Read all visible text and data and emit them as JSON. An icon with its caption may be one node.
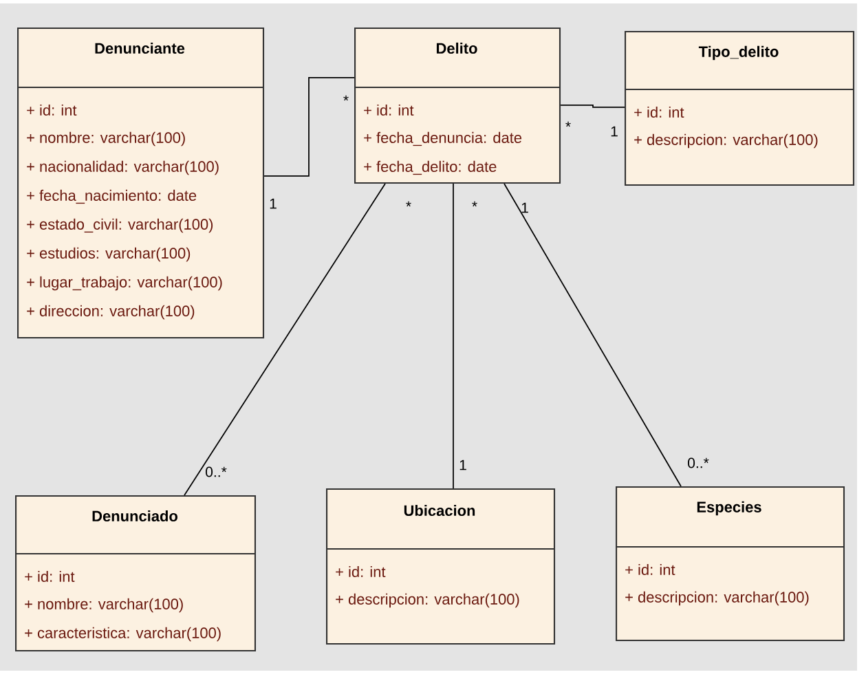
{
  "diagram": {
    "nodes": [
      {
        "text": [
          "Denunciante",
          "+ id: int",
          "+ nombre: varchar(100)",
          "+ nacionalidad: varchar(100)",
          "+ fecha_nacimiento: date",
          "+ estado_civil: varchar(100)",
          "+ estudios: varchar(100)",
          "+ lugar_trabajo: varchar(100)",
          "+ direccion: varchar(100)"
        ]
      },
      {
        "text": [
          "Delito",
          "+ id: int",
          "+ fecha_denuncia: date",
          "+ fecha_delito: date"
        ]
      },
      {
        "text": [
          "Tipo_delito",
          "+ id: int",
          "+ descripcion: varchar(100)"
        ]
      },
      {
        "text": [
          "Denunciado",
          "+ id: int",
          "+ nombre: varchar(100)",
          "+ caracteristica: varchar(100)"
        ]
      },
      {
        "text": [
          "Ubicacion",
          "+ id: int",
          "+ descripcion: varchar(100)"
        ]
      },
      {
        "text": [
          "Especies",
          "+ id: int",
          "+ descripcion: varchar(100)"
        ]
      }
    ],
    "edges": [
      {
        "from": 0,
        "to": 1,
        "arrow": "none"
      },
      {
        "from": 1,
        "to": 2,
        "arrow": "none"
      },
      {
        "from": 1,
        "to": 3,
        "arrow": "none"
      },
      {
        "from": 1,
        "to": 4,
        "arrow": "none"
      },
      {
        "from": 1,
        "to": 5,
        "arrow": "none"
      }
    ],
    "labels": [
      "*",
      "*",
      "1",
      "1",
      "*",
      "*",
      "1",
      "0..*",
      "1",
      "0..*"
    ]
  }
}
